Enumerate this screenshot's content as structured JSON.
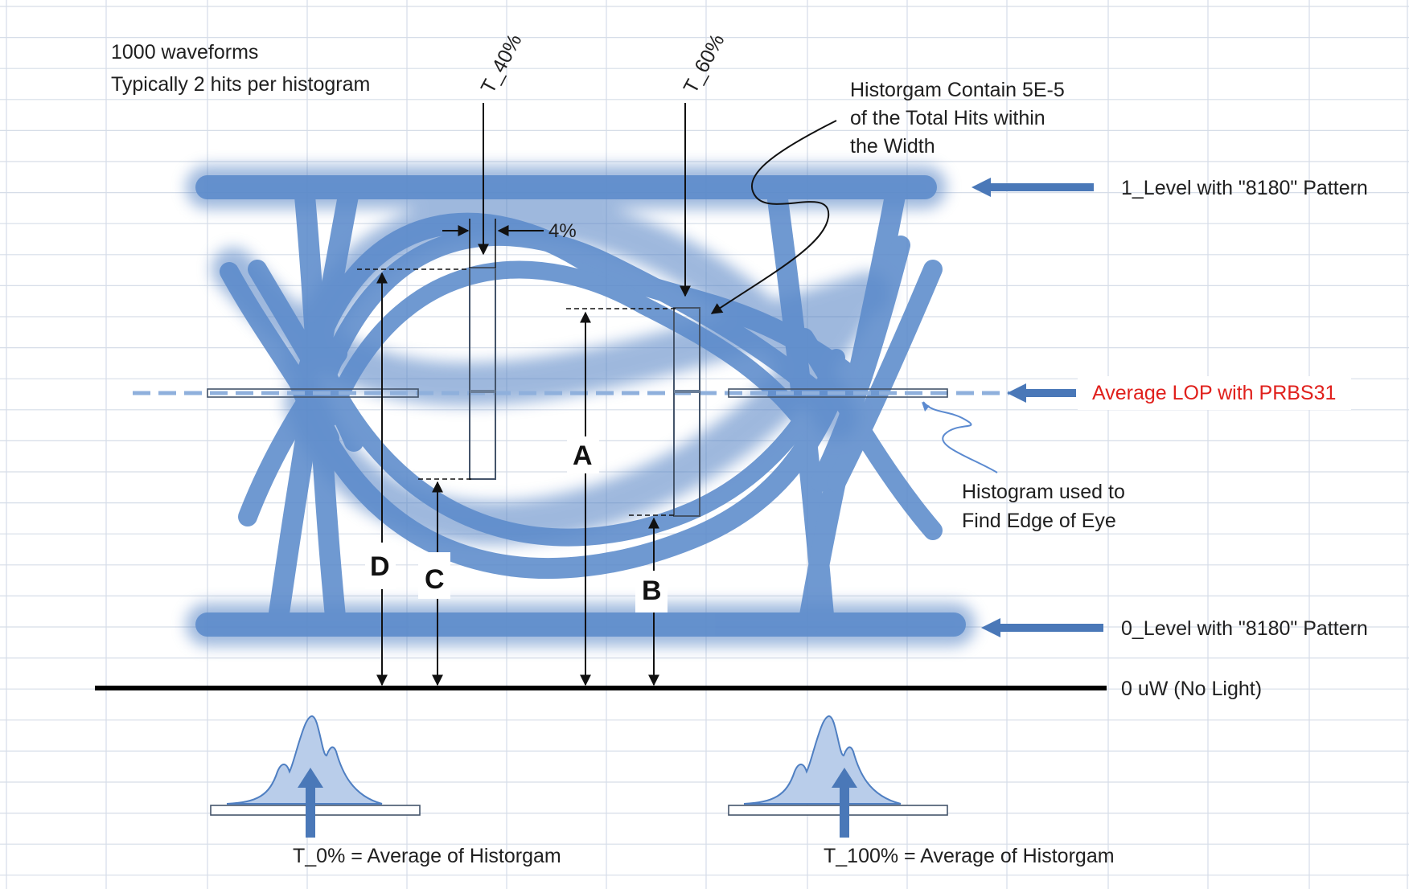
{
  "notes": {
    "line1": "1000 waveforms",
    "line2": "Typically 2 hits per histogram"
  },
  "time_markers": {
    "t40": "T_40%",
    "t60": "T_60%"
  },
  "callout_histogram_width": {
    "line1": "Historgam Contain 5E-5",
    "line2": "of the Total Hits within",
    "line3": "the Width"
  },
  "width_label": "4%",
  "levels": {
    "one_level": "1_Level with \"8180\" Pattern",
    "average_lop": "Average LOP with PRBS31",
    "zero_level": "0_Level with \"8180\" Pattern",
    "no_light": "0 uW (No Light)"
  },
  "callout_edge": {
    "line1": "Histogram used to",
    "line2": "Find Edge of Eye"
  },
  "measurements": {
    "a": "A",
    "b": "B",
    "c": "C",
    "d": "D"
  },
  "crossing_histograms": {
    "left_caption": "T_0% = Average of Historgam",
    "right_caption": "T_100% = Average of Historgam"
  },
  "colors": {
    "trace": "#4f7fc2",
    "arrow": "#4a78b8",
    "average_line": "#8fb0dc",
    "red_text": "#e0201c",
    "grid": "#d6dde8"
  }
}
